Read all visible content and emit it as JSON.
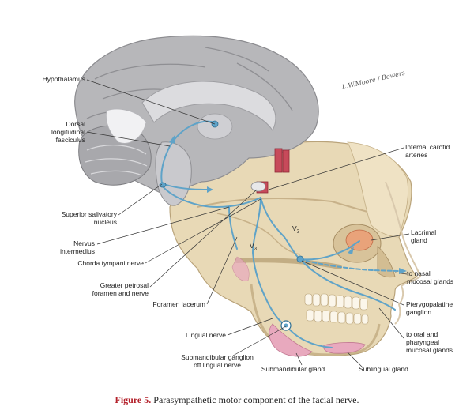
{
  "labels": {
    "hypothalamus": "Hypothalamus",
    "dorsal_fasciculus": "Dorsal\nlongitudinal\nfasciculus",
    "superior_salivatory": "Superior salivatory\nnucleus",
    "nervus_intermedius": "Nervus\nintermedius",
    "chorda_tympani": "Chorda tympani nerve",
    "greater_petrosal": "Greater petrosal\nforamen and nerve",
    "foramen_lacerum": "Foramen lacerum",
    "lingual_nerve": "Lingual nerve",
    "submandibular_ganglion": "Submandibular ganglion\noff lingual nerve",
    "submandibular_gland": "Submandibular gland",
    "sublingual_gland": "Sublingual gland",
    "internal_carotid": "Internal carotid\narteries",
    "lacrimal_gland": "Lacrimal\ngland",
    "nasal_glands": "to nasal\nmucosal glands",
    "pterygopalatine": "Pterygopalatine\nganglion",
    "oral_glands": "to oral and\npharyngeal\nmucosal glands",
    "v2": "V",
    "v2_sub": "2",
    "v3": "V",
    "v3_sub": "3"
  },
  "signature": "L.W.Moore / Bowers",
  "caption": {
    "figure_label": "Figure 5.",
    "text": "Parasympathetic motor component of the facial nerve."
  },
  "colors": {
    "nerve": "#5fa3c8",
    "brain": "#b9b9bb",
    "skull": "#e6d6b3",
    "caption_label": "#b3202a"
  }
}
